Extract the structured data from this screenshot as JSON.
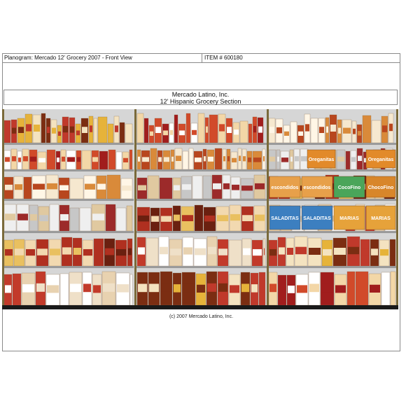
{
  "header": {
    "left_text": "Planogram:  Mercado 12' Grocery 2007  - Front View",
    "item_label": "ITEM # 600180"
  },
  "title": {
    "line1": "Mercado Latino, Inc.",
    "line2": "12' Hispanic Grocery Section"
  },
  "footer": {
    "copyright": "(c)  2007  Mercado Latino, Inc."
  },
  "fixture": {
    "sections": 3,
    "shelves": 6,
    "brand_labels": [
      "escondidos",
      "escondidos",
      "CocoFino",
      "ChocoFino",
      "SALADITAS",
      "SALADITAS",
      "MARIAS",
      "MARIAS",
      "Oreganitas",
      "Oreganitas"
    ]
  },
  "colors": {
    "upright": "#7a6a3a",
    "shelf_edge": "#9a9a9a",
    "back_panel": "#d6d6d6",
    "base": "#1a1a1a"
  }
}
